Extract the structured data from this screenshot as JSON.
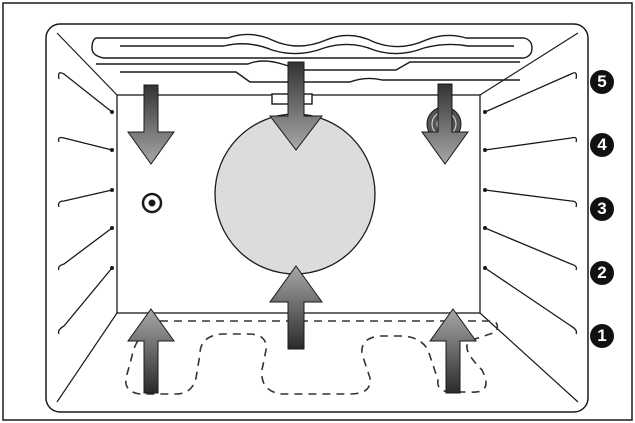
{
  "colors": {
    "line": "#1a1a1a",
    "fan_disc": "#dcdcdc",
    "arrow_dark": "#333333",
    "arrow_light": "#9a9a9a",
    "badge": "#111111",
    "badge_text": "#ffffff"
  },
  "icons": {
    "top_heating_element": "top-heating-element-icon",
    "fan": "fan-disc-icon",
    "fan_heater": "ring-heater-icon",
    "oven_light": "oven-light-icon",
    "bottom_heating_element": "bottom-heating-element-icon"
  },
  "shelf_levels": [
    {
      "label": "5"
    },
    {
      "label": "4"
    },
    {
      "label": "3"
    },
    {
      "label": "2"
    },
    {
      "label": "1"
    }
  ]
}
